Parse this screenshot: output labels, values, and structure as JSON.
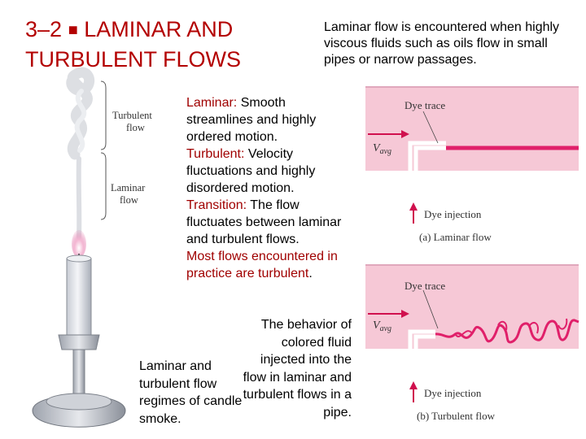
{
  "title": {
    "prefix": "3–2",
    "square": "■",
    "text": "LAMINAR AND TURBULENT FLOWS"
  },
  "intro": "Laminar flow is encountered when highly viscous fluids such as oils flow in small pipes or narrow passages.",
  "definitions": {
    "laminar_term": "Laminar:",
    "laminar_text": " Smooth streamlines and highly ordered motion.",
    "turbulent_term": "Turbulent:",
    "turbulent_text": " Velocity fluctuations and highly disordered motion.",
    "transition_term": "Transition:",
    "transition_text": " The flow fluctuates between laminar and turbulent flows.",
    "practice_text": "Most flows encountered in practice are turbulent",
    "practice_end": "."
  },
  "pipe_caption": "The behavior of colored fluid injected into the flow in laminar and turbulent flows in a pipe.",
  "candle_caption": "Laminar and turbulent flow regimes of candle smoke.",
  "candle_figure": {
    "turbulent_label_1": "Turbulent",
    "turbulent_label_2": "flow",
    "laminar_label_1": "Laminar",
    "laminar_label_2": "flow"
  },
  "pipe_figure_a": {
    "dye_trace": "Dye trace",
    "v_main": "V",
    "v_sub": "avg",
    "dye_injection": "Dye injection",
    "caption": "(a) Laminar flow"
  },
  "pipe_figure_b": {
    "dye_trace": "Dye trace",
    "v_main": "V",
    "v_sub": "avg",
    "dye_injection": "Dye injection",
    "caption": "(b) Turbulent flow"
  },
  "colors": {
    "title": "#b30000",
    "term": "#a00000",
    "pipe_background": "#f6c8d6",
    "dye": "#e0206a",
    "arrow": "#d0104e"
  }
}
